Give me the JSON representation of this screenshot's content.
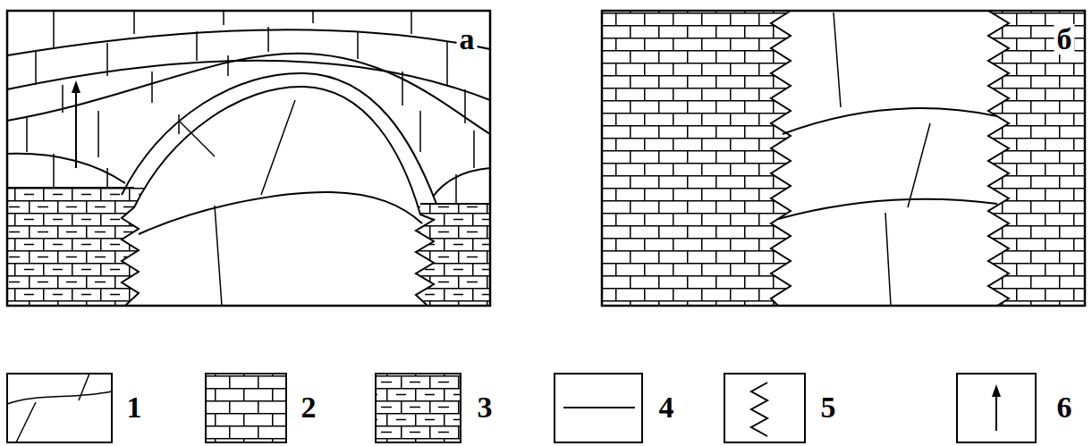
{
  "diagram": {
    "labels": [
      "а",
      "б"
    ],
    "legend": [
      {
        "text": "1"
      },
      {
        "text": "2"
      },
      {
        "text": "3"
      },
      {
        "text": "4"
      },
      {
        "text": "5"
      },
      {
        "text": "6"
      }
    ]
  }
}
